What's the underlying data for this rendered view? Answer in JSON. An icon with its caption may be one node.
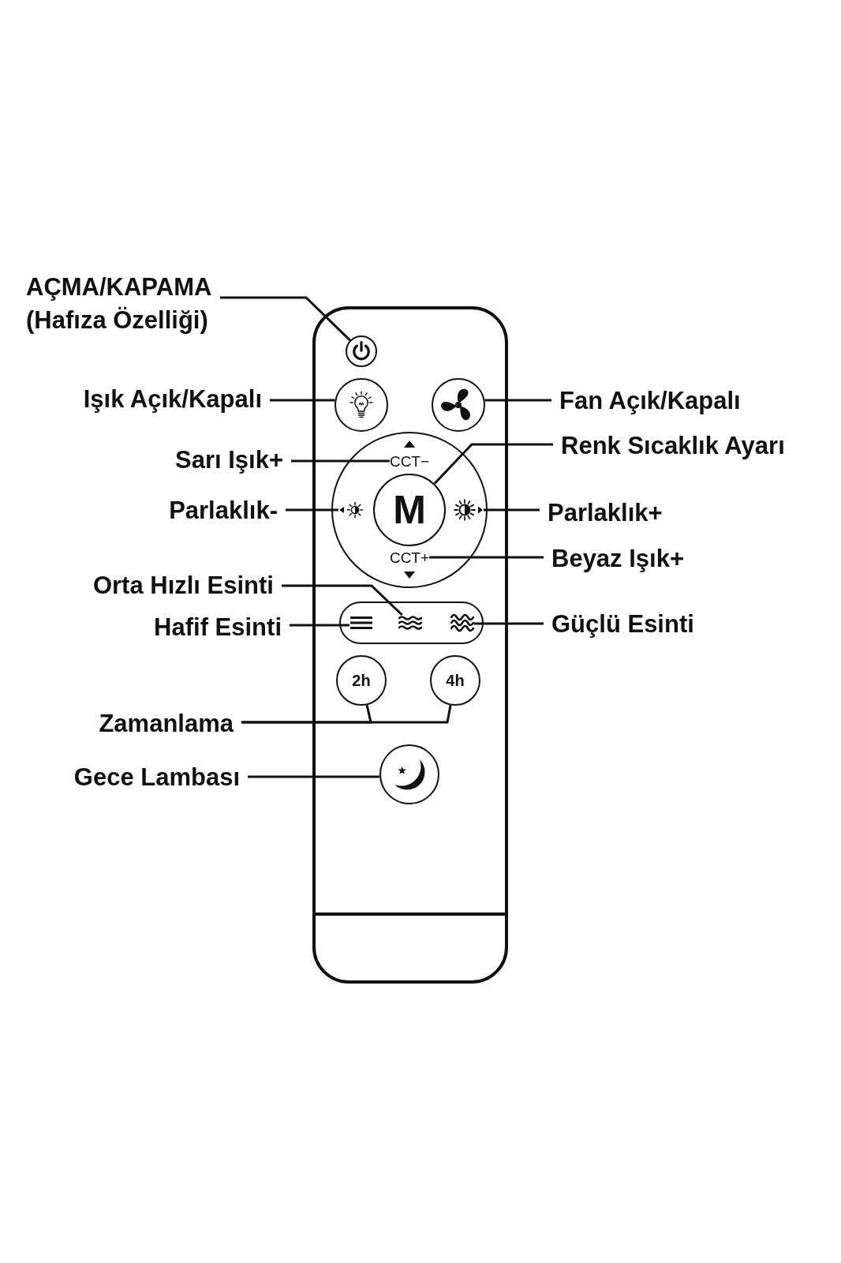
{
  "diagram": {
    "nodes": [
      {
        "text": [
          "AÇMA/KAPAMA (Hafıza Özelliği)"
        ]
      },
      {
        "text": [],
        "shape": "box"
      },
      {
        "text": [],
        "shape": "circle",
        "in": 1
      },
      {
        "text": [
          "Işık Açık/Kapalı"
        ]
      },
      {
        "text": [],
        "shape": "circle",
        "in": 1
      },
      {
        "text": [],
        "shape": "circle",
        "in": 1
      },
      {
        "text": [
          "Fan Açık/Kapalı"
        ]
      },
      {
        "text": [],
        "shape": "circle",
        "in": 1
      },
      {
        "text": [
          "Renk Sıcaklık Ayarı"
        ]
      },
      {
        "text": [
          "Sarı Işık+"
        ]
      },
      {
        "text": [
          "CCT−"
        ],
        "in": 7
      },
      {
        "text": [
          "Parlaklık-"
        ]
      },
      {
        "text": [],
        "shape": "picture",
        "in": 7
      },
      {
        "text": [
          "M"
        ],
        "in": 7
      },
      {
        "text": [],
        "shape": "picture",
        "in": 7
      },
      {
        "text": [
          "Parlaklık+"
        ]
      },
      {
        "text": [
          "CCT+"
        ],
        "in": 7
      },
      {
        "text": [
          "Beyaz Işık+"
        ]
      },
      {
        "text": [
          "Orta Hızlı Esinti"
        ]
      },
      {
        "text": [
          "Hafif Esinti"
        ]
      },
      {
        "text": [],
        "shape": "picture",
        "in": 1
      },
      {
        "text": [],
        "shape": "picture",
        "in": 1
      },
      {
        "text": [],
        "shape": "picture",
        "in": 1
      },
      {
        "text": [
          "Güçlü Esinti"
        ]
      },
      {
        "text": [
          "2h"
        ],
        "in": 1
      },
      {
        "text": [
          "4h"
        ],
        "in": 1
      },
      {
        "text": [
          "Zamanlama"
        ]
      },
      {
        "text": [
          "Gece Lambası"
        ]
      },
      {
        "text": [],
        "shape": "circle",
        "in": 1
      }
    ],
    "edges": [
      {
        "from": 0,
        "to": 2,
        "arrow": "none"
      },
      {
        "from": 3,
        "to": 4,
        "arrow": "none"
      },
      {
        "from": 6,
        "to": 5,
        "arrow": "none"
      },
      {
        "from": 8,
        "to": 13,
        "arrow": "none"
      },
      {
        "from": 9,
        "to": 10,
        "arrow": "none"
      },
      {
        "from": 11,
        "to": 12,
        "arrow": "none"
      },
      {
        "from": 15,
        "to": 14,
        "arrow": "none"
      },
      {
        "from": 17,
        "to": 16,
        "arrow": "none"
      },
      {
        "from": 18,
        "to": 21,
        "arrow": "none"
      },
      {
        "from": 19,
        "to": 20,
        "arrow": "none"
      },
      {
        "from": 23,
        "to": 22,
        "arrow": "none"
      },
      {
        "from": 26,
        "to": 24,
        "arrow": "none"
      },
      {
        "from": 26,
        "to": 25,
        "arrow": "none"
      },
      {
        "from": 27,
        "to": 28,
        "arrow": "none"
      }
    ]
  }
}
